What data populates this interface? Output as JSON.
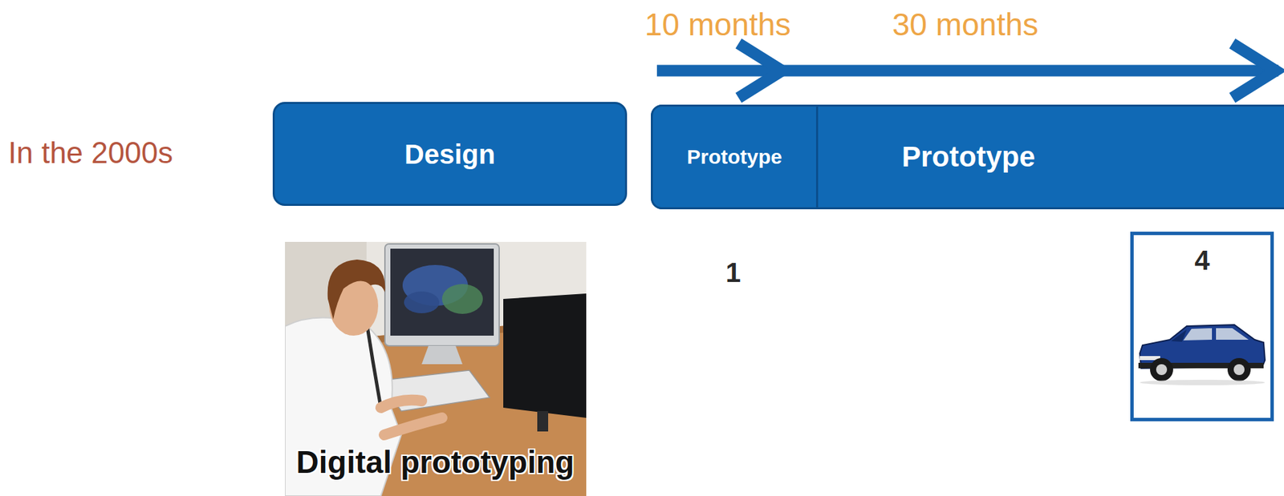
{
  "diagram": {
    "nodes": [
      {
        "text": [
          "Design"
        ]
      },
      {
        "text": [
          "Prototype"
        ]
      },
      {
        "text": [
          "Prototype"
        ],
        "in": 1
      },
      {
        "text": [
          "4"
        ]
      }
    ],
    "labels": [
      "In the 2000s",
      "10 months",
      "30 months",
      "1",
      "Digital prototyping"
    ]
  }
}
